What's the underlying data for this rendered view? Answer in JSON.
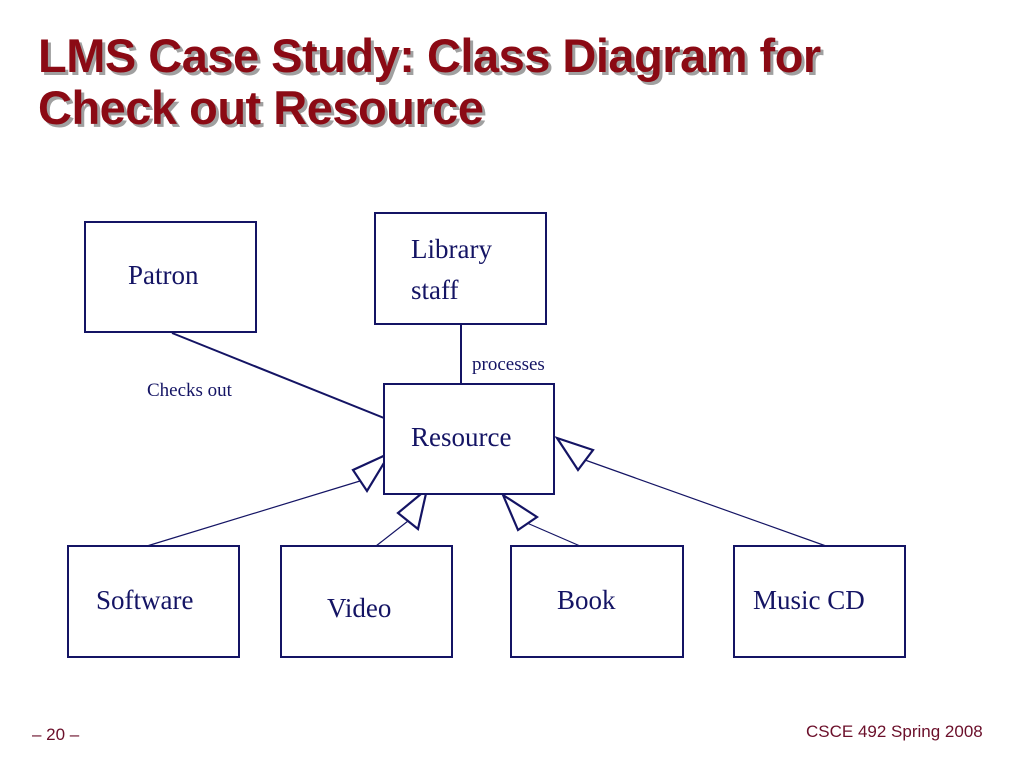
{
  "slide": {
    "title_line1": "LMS Case Study: Class Diagram for",
    "title_line2": "Check out Resource",
    "page_number": "– 20 –",
    "course": "CSCE 492 Spring 2008"
  },
  "diagram": {
    "classes": {
      "patron": "Patron",
      "library_staff_line1": "Library",
      "library_staff_line2": "staff",
      "resource": "Resource",
      "software": "Software",
      "video": "Video",
      "book": "Book",
      "music_cd": "Music CD"
    },
    "associations": {
      "checks_out": "Checks out",
      "processes": "processes"
    },
    "generalizations": [
      {
        "child": "Software",
        "parent": "Resource"
      },
      {
        "child": "Video",
        "parent": "Resource"
      },
      {
        "child": "Book",
        "parent": "Resource"
      },
      {
        "child": "Music CD",
        "parent": "Resource"
      }
    ],
    "colors": {
      "line": "#141464",
      "title": "#8b0a14",
      "footer": "#6b0f2a"
    }
  }
}
